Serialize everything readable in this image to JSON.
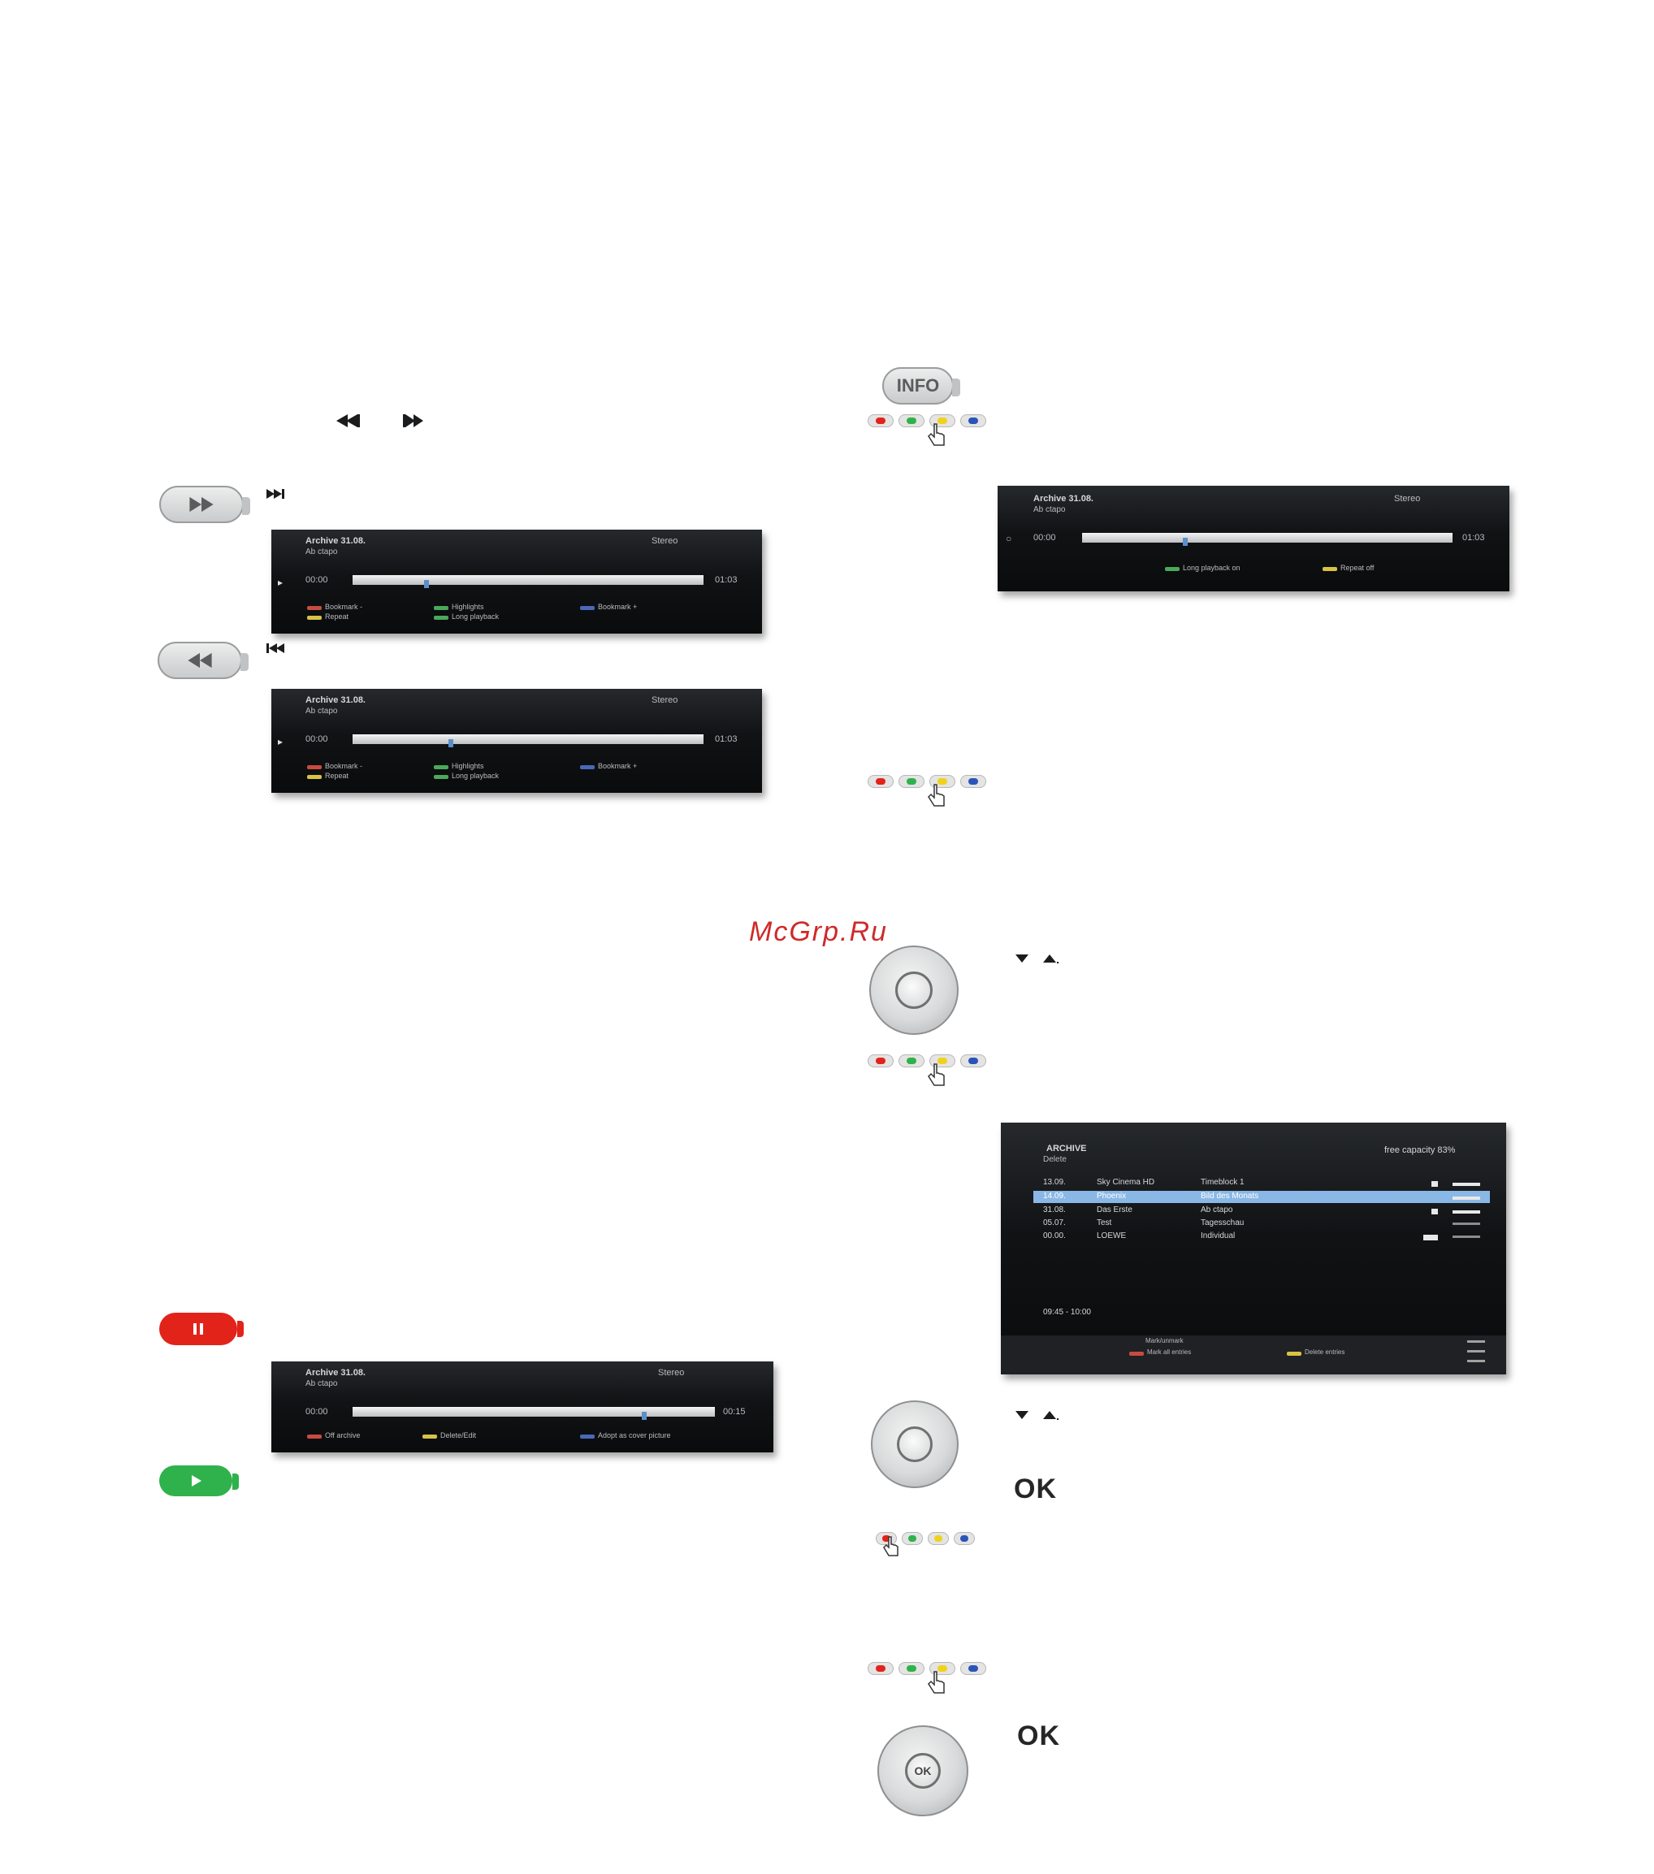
{
  "watermark": "McGrp.Ru",
  "buttons": {
    "info_label": "INFO",
    "ok_label": "OK",
    "ok_label_2": "OK",
    "ok_wheel_label": "OK"
  },
  "osd_playback": {
    "title": "Archive 31.08.",
    "subtitle": "Ab ctapo",
    "sound": "Stereo",
    "start_time": "00:00",
    "end_time": "01:03",
    "legend": [
      "Bookmark -",
      "Highlights",
      "Bookmark +",
      "Repeat",
      "Long playback"
    ]
  },
  "osd_info": {
    "title": "Archive 31.08.",
    "subtitle": "Ab ctapo",
    "sound": "Stereo",
    "start_time": "00:00",
    "end_time": "01:03",
    "legend": [
      "Long playback on",
      "Repeat off"
    ]
  },
  "osd_pause": {
    "title": "Archive 31.08.",
    "subtitle": "Ab ctapo",
    "sound": "Stereo",
    "start_time": "00:00",
    "end_time": "00:15",
    "legend": [
      "Off archive",
      "Delete/Edit",
      "Adopt as cover picture"
    ]
  },
  "archive_list": {
    "header": "ARCHIVE",
    "subheader": "Delete",
    "capacity": "free capacity 83%",
    "rows": [
      {
        "time": "13.09.",
        "channel": "Sky Cinema HD",
        "title": "Timeblock 1"
      },
      {
        "time": "14.09.",
        "channel": "Phoenix",
        "title": "Bild des Monats"
      },
      {
        "time": "31.08.",
        "channel": "Das Erste",
        "title": "Ab ctapo"
      },
      {
        "time": "05.07.",
        "channel": "Test",
        "title": "Tagesschau"
      },
      {
        "time": "00.00.",
        "channel": "LOEWE",
        "title": "Individual"
      }
    ],
    "time_range": "09:45 - 10:00",
    "footer_hint": "Mark/unmark",
    "footer_red": "Mark all entries",
    "footer_yellow": "Delete entries"
  },
  "colors": {
    "red": "#e2231a",
    "green": "#2fb24c",
    "yellow": "#f0d21c",
    "blue": "#2a55b8",
    "highlight_row": "#8ab8e6"
  }
}
